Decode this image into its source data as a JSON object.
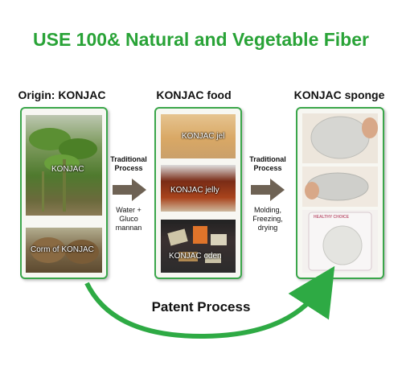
{
  "title": "USE 100& Natural and Vegetable Fiber",
  "columns": {
    "origin": {
      "label": "Origin: KONJAC",
      "photos": [
        {
          "caption": "KONJAC"
        },
        {
          "caption": "Corm of KONJAC"
        }
      ]
    },
    "food": {
      "label": "KONJAC food",
      "photos": [
        {
          "caption": "KONJAC jel"
        },
        {
          "caption": "KONJAC jelly"
        },
        {
          "caption": "KONJAC oden"
        }
      ]
    },
    "sponge": {
      "label": "KONJAC sponge",
      "package_text": "HEALTHY CHOICE"
    }
  },
  "processes": [
    {
      "title": [
        "Traditional",
        "Process"
      ],
      "note": [
        "Water +",
        "Gluco",
        "mannan"
      ]
    },
    {
      "title": [
        "Traditional",
        "Process"
      ],
      "note": [
        "Molding,",
        "Freezing,",
        "drying"
      ]
    }
  ],
  "patent": {
    "label": "Patent Process"
  },
  "colors": {
    "title": "#29a337",
    "panel_border": "#3aa64a",
    "arrow": "#6e6254",
    "patent_arc": "#2eaa44"
  }
}
